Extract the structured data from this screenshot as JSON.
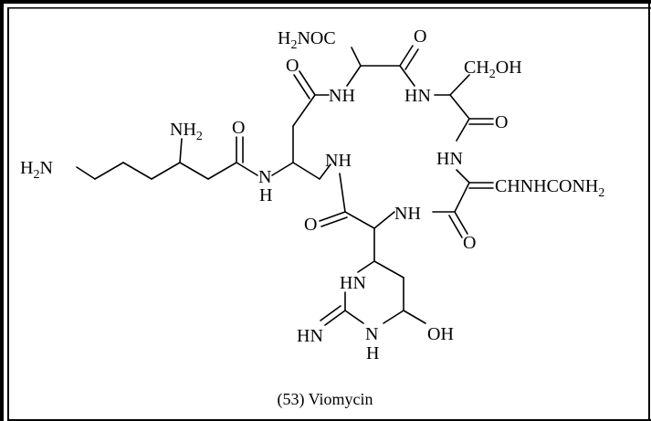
{
  "figure": {
    "caption": "(53) Viomycin",
    "colors": {
      "ink": "#000000",
      "background": "#ffffff"
    }
  },
  "labels": {
    "h2noc_main": "H",
    "h2noc_sub": "2",
    "h2noc_tail": "NOC",
    "o_top_mid": "O",
    "ch2oh_main": "CH",
    "ch2oh_sub": "2",
    "ch2oh_tail": "OH",
    "o_left_top": "O",
    "nh_top": "NH",
    "hn_top": "HN",
    "nh2_mid_main": "NH",
    "nh2_mid_sub": "2",
    "o_chain": "O",
    "o_right_1": "O",
    "h2n_main": "H",
    "h2n_sub": "2",
    "h2n_tail": "N",
    "n_amide": "N",
    "h_amide": "H",
    "nh_ring": "NH",
    "hn_right": "HN",
    "chnhconh2_main": "CHNHCONH",
    "chnhconh2_sub": "2",
    "o_lower_left": "O",
    "nh_lower": "NH",
    "o_lower_right": "O",
    "hn_pyr": "HN",
    "hn_imine": "HN",
    "n_pyr": "N",
    "h_pyr": "H",
    "oh_pyr": "OH"
  }
}
